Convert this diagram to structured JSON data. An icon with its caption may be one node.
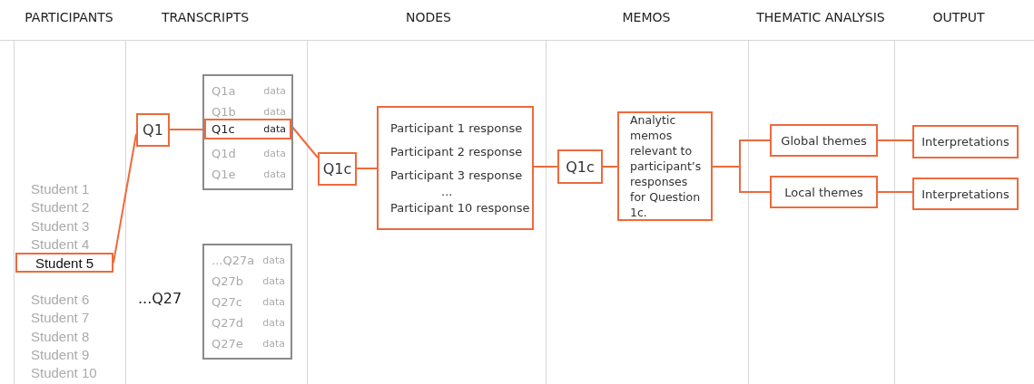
{
  "diagram": {
    "nodes": [
      {
        "text": [
          "Student 5"
        ]
      },
      {
        "text": [
          "Q1"
        ]
      },
      {
        "text": [
          "Q1a",
          "data",
          "Q1b",
          "data",
          "Q1d",
          "data",
          "Q1e",
          "data"
        ]
      },
      {
        "text": [
          "Q1c",
          "data"
        ],
        "in": 2
      },
      {
        "text": [
          "Q1c"
        ]
      },
      {
        "text": [
          "Participant 1 response",
          "Participant 2 response",
          "Participant 3 response",
          "...",
          "Participant 10 response"
        ]
      },
      {
        "text": [
          "Q1c"
        ]
      },
      {
        "text": [
          "Analytic memos relevant to participant’s responses for Question 1c."
        ]
      },
      {
        "text": [
          "Global themes"
        ]
      },
      {
        "text": [
          "Local themes"
        ]
      },
      {
        "text": [
          "Interpretations"
        ]
      },
      {
        "text": [
          "Interpretations"
        ]
      },
      {
        "text": [
          "...Q27a",
          "data",
          "Q27b",
          "data",
          "Q27c",
          "data",
          "Q27d",
          "data",
          "Q27e",
          "data"
        ]
      }
    ],
    "edges": [
      {
        "from": 0,
        "to": 1,
        "arrow": "none"
      },
      {
        "from": 1,
        "to": 3,
        "arrow": "none"
      },
      {
        "from": 3,
        "to": 4,
        "arrow": "none"
      },
      {
        "from": 4,
        "to": 5,
        "arrow": "none"
      },
      {
        "from": 5,
        "to": 6,
        "arrow": "none"
      },
      {
        "from": 6,
        "to": 7,
        "arrow": "none"
      },
      {
        "from": 7,
        "to": 8,
        "arrow": "none"
      },
      {
        "from": 7,
        "to": 9,
        "arrow": "none"
      },
      {
        "from": 8,
        "to": 10,
        "arrow": "none"
      },
      {
        "from": 9,
        "to": 11,
        "arrow": "none"
      }
    ],
    "labels": [
      "PARTICIPANTS",
      "TRANSCRIPTS",
      "NODES",
      "MEMOS",
      "THEMATIC ANALYSIS",
      "OUTPUT",
      "Student 1",
      "Student 2",
      "Student 3",
      "Student 4",
      "Student 6",
      "Student 7",
      "Student 8",
      "Student 9",
      "Student 10",
      "...Q27"
    ]
  }
}
